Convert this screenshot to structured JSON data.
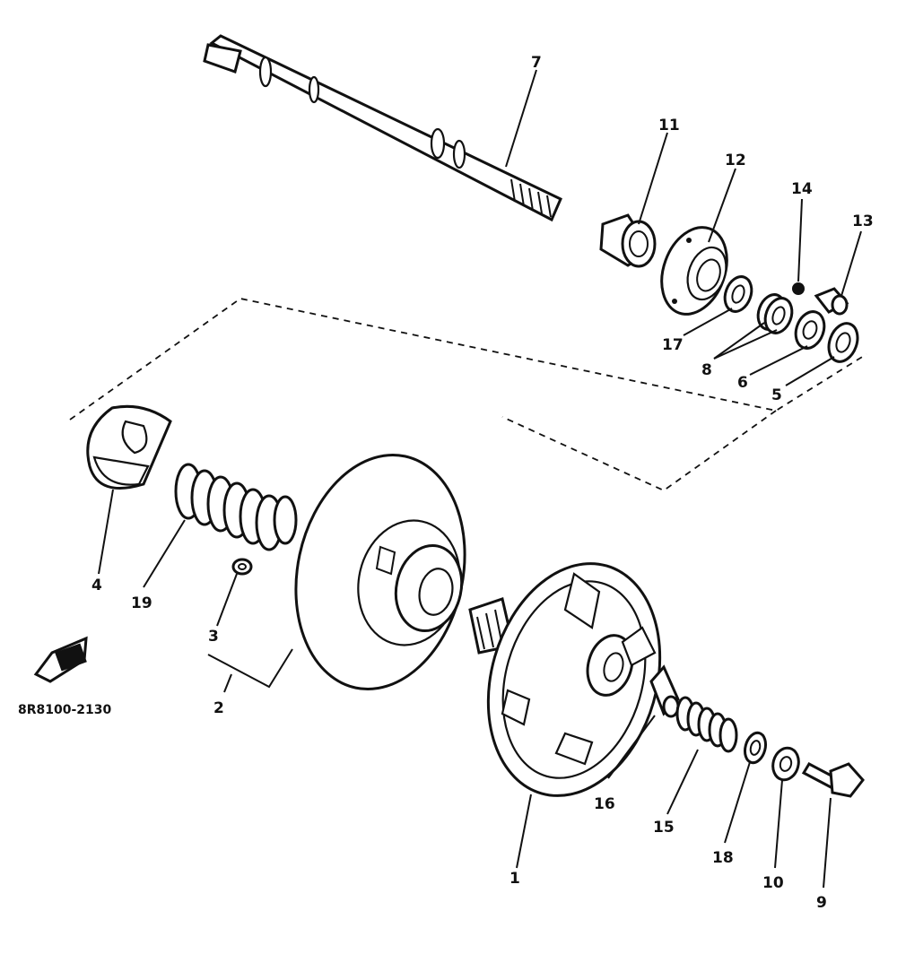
{
  "diagram": {
    "part_code": "8R8100-2130",
    "parts": [
      {
        "id": "p1",
        "label": "1"
      },
      {
        "id": "p2",
        "label": "2"
      },
      {
        "id": "p3",
        "label": "3"
      },
      {
        "id": "p4",
        "label": "4"
      },
      {
        "id": "p5",
        "label": "5"
      },
      {
        "id": "p6",
        "label": "6"
      },
      {
        "id": "p7",
        "label": "7"
      },
      {
        "id": "p8",
        "label": "8"
      },
      {
        "id": "p9",
        "label": "9"
      },
      {
        "id": "p10",
        "label": "10"
      },
      {
        "id": "p11",
        "label": "11"
      },
      {
        "id": "p12",
        "label": "12"
      },
      {
        "id": "p13",
        "label": "13"
      },
      {
        "id": "p14",
        "label": "14"
      },
      {
        "id": "p15",
        "label": "15"
      },
      {
        "id": "p16",
        "label": "16"
      },
      {
        "id": "p17",
        "label": "17"
      },
      {
        "id": "p18",
        "label": "18"
      },
      {
        "id": "p19",
        "label": "19"
      }
    ]
  }
}
